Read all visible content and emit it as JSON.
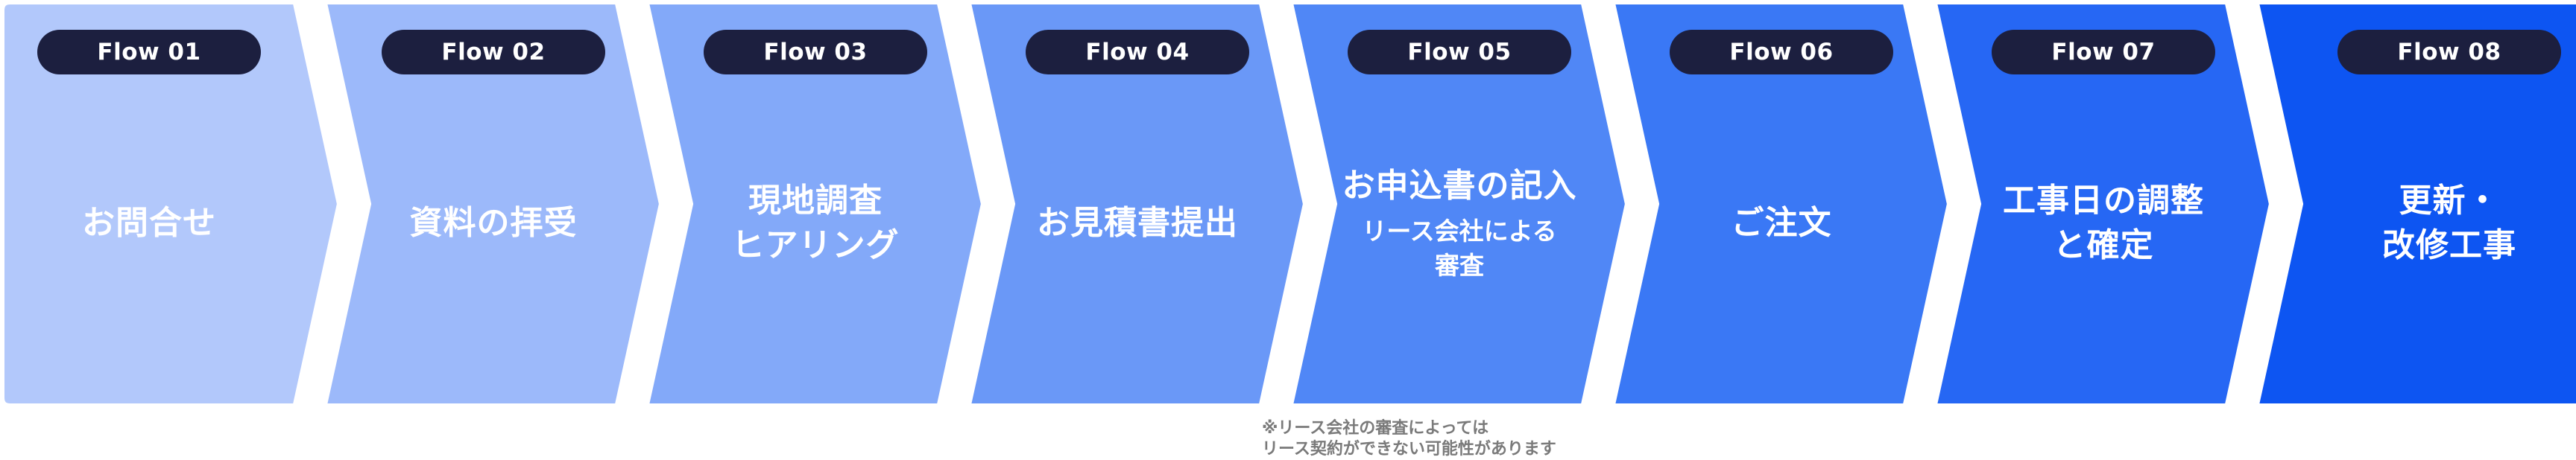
{
  "flow": {
    "steps": [
      {
        "badge": "Flow 01",
        "title": "お問合せ",
        "subtitle": "",
        "color": "#b2c8fb"
      },
      {
        "badge": "Flow 02",
        "title": "資料の拝受",
        "subtitle": "",
        "color": "#9cb9fa"
      },
      {
        "badge": "Flow 03",
        "title": "現地調査\nヒアリング",
        "subtitle": "",
        "color": "#83a9f9"
      },
      {
        "badge": "Flow 04",
        "title": "お見積書提出",
        "subtitle": "",
        "color": "#6a98f7"
      },
      {
        "badge": "Flow 05",
        "title": "お申込書の記入",
        "subtitle": "リース会社による\n審査",
        "color": "#5087f6"
      },
      {
        "badge": "Flow 06",
        "title": "ご注文",
        "subtitle": "",
        "color": "#3a78f5"
      },
      {
        "badge": "Flow 07",
        "title": "工事日の調整\nと確定",
        "subtitle": "",
        "color": "#2667f4"
      },
      {
        "badge": "Flow 08",
        "title": "更新・\n改修工事",
        "subtitle": "",
        "color": "#0d55f2"
      }
    ],
    "badge_color": "#1c1f3f",
    "footnote": "※リース会社の審査によっては\nリース契約ができない可能性があります"
  }
}
